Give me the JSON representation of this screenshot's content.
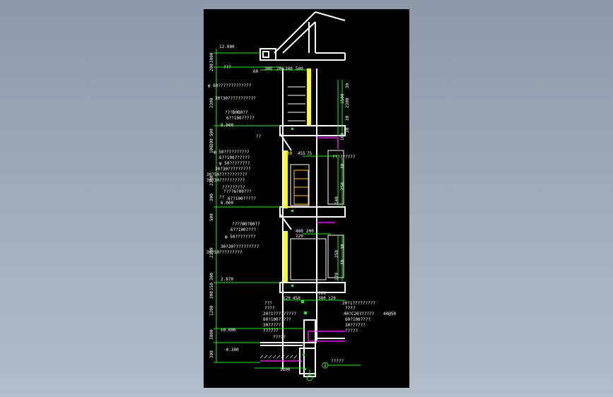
{
  "colors": {
    "background_outer": "#9aa6b6",
    "canvas": "#000000",
    "wall": "#ffffff",
    "dimension": "#00ff00",
    "glazing": "#ffff00",
    "membrane": "#ff00ff"
  },
  "levels": [
    {
      "label": "12.000"
    },
    {
      "label": "9.000"
    },
    {
      "label": "6.000"
    },
    {
      "label": "2.870"
    },
    {
      "label": "±0.000"
    },
    {
      "label": "-0.300"
    }
  ],
  "left_dims": [
    "3000",
    "200",
    "2300",
    "500",
    "300",
    "100",
    "2300",
    "300",
    "500",
    "2300",
    "300",
    "150",
    "200",
    "1200",
    "3000",
    "300"
  ],
  "top_dims": [
    "60",
    "300",
    "200",
    "300",
    "500"
  ],
  "mid_dims": {
    "d1": "30",
    "d2": "455",
    "d3": "75",
    "d4": "480",
    "d5": "200",
    "d6": "120",
    "d7": "200",
    "d8": "120",
    "d9": "450",
    "d10": "380",
    "d11": "120"
  },
  "right_dims": [
    "30",
    "1500",
    "2300",
    "30",
    "100",
    "30",
    "30",
    "250",
    "140",
    "30",
    "250",
    "30",
    "170"
  ],
  "bottom_dim": "1200",
  "detail_label": "?????",
  "detail_num": "1",
  "detail_scale": "40@50",
  "notes_left": [
    "???",
    "φ 60?????????????",
    "30?30???????????",
    "???B0B0??",
    "6??100?????",
    "??",
    "φ 50??????????",
    "6??100??????",
    "φ 50????????",
    "30?30?????????",
    "30?50???????????",
    "30?30??????????",
    "?????????",
    "????6?00???",
    "??",
    "6??100?????",
    "????B0?80??",
    "6??100????",
    "φ 50????????",
    "30?30??????????",
    "30?50?????????"
  ],
  "notes_bottom_left": [
    "???",
    "????",
    "20?1?????????",
    "60?100?????",
    "30??????",
    "??????",
    "?????"
  ],
  "notes_bottom_right": [
    "20?1?????????",
    "????",
    "40?C20??????",
    "60?100????",
    "30??????",
    "?????"
  ],
  "notes_right": [
    "?????????"
  ]
}
